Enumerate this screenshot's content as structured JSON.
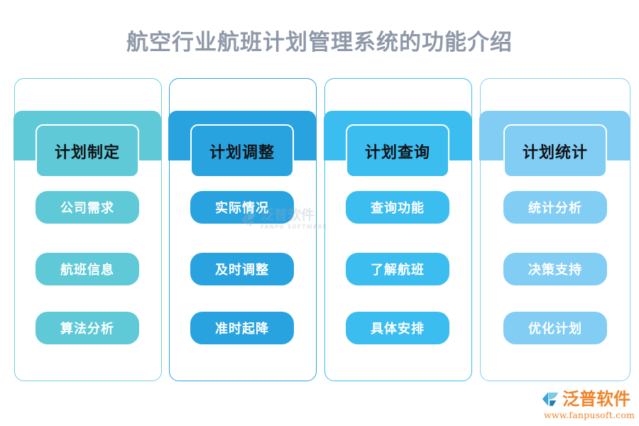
{
  "page": {
    "title": "航空行业航班计划管理系统的功能介绍",
    "title_color": "#8e98a8",
    "background": "#ffffff"
  },
  "columns": [
    {
      "header": "计划制定",
      "color": "#5fc9d7",
      "border_color": "#6ed0da",
      "items": [
        "公司需求",
        "航班信息",
        "算法分析"
      ]
    },
    {
      "header": "计划调整",
      "color": "#29a3e0",
      "border_color": "#2ba3e0",
      "items": [
        "实际情况",
        "及时调整",
        "准时起降"
      ]
    },
    {
      "header": "计划查询",
      "color": "#3cbdf0",
      "border_color": "#3cbdf0",
      "items": [
        "查询功能",
        "了解航班",
        "具体安排"
      ]
    },
    {
      "header": "计划统计",
      "color": "#82cdf4",
      "border_color": "#86cff4",
      "items": [
        "统计分析",
        "决策支持",
        "优化计划"
      ]
    }
  ],
  "watermark": {
    "brand_cn": "泛普软件",
    "brand_en": "FANPU SOFTWARE",
    "icon": "fanpu-logo-icon",
    "color": "#9fb0bd"
  },
  "logo": {
    "brand_cn": "泛普软件",
    "url": "www.fanpusoft.com",
    "icon": "fanpu-logo-icon",
    "text_color": "#f0852a",
    "mark_colors": [
      "#3aa6d8",
      "#78c6e8",
      "#1f7fb5"
    ]
  }
}
